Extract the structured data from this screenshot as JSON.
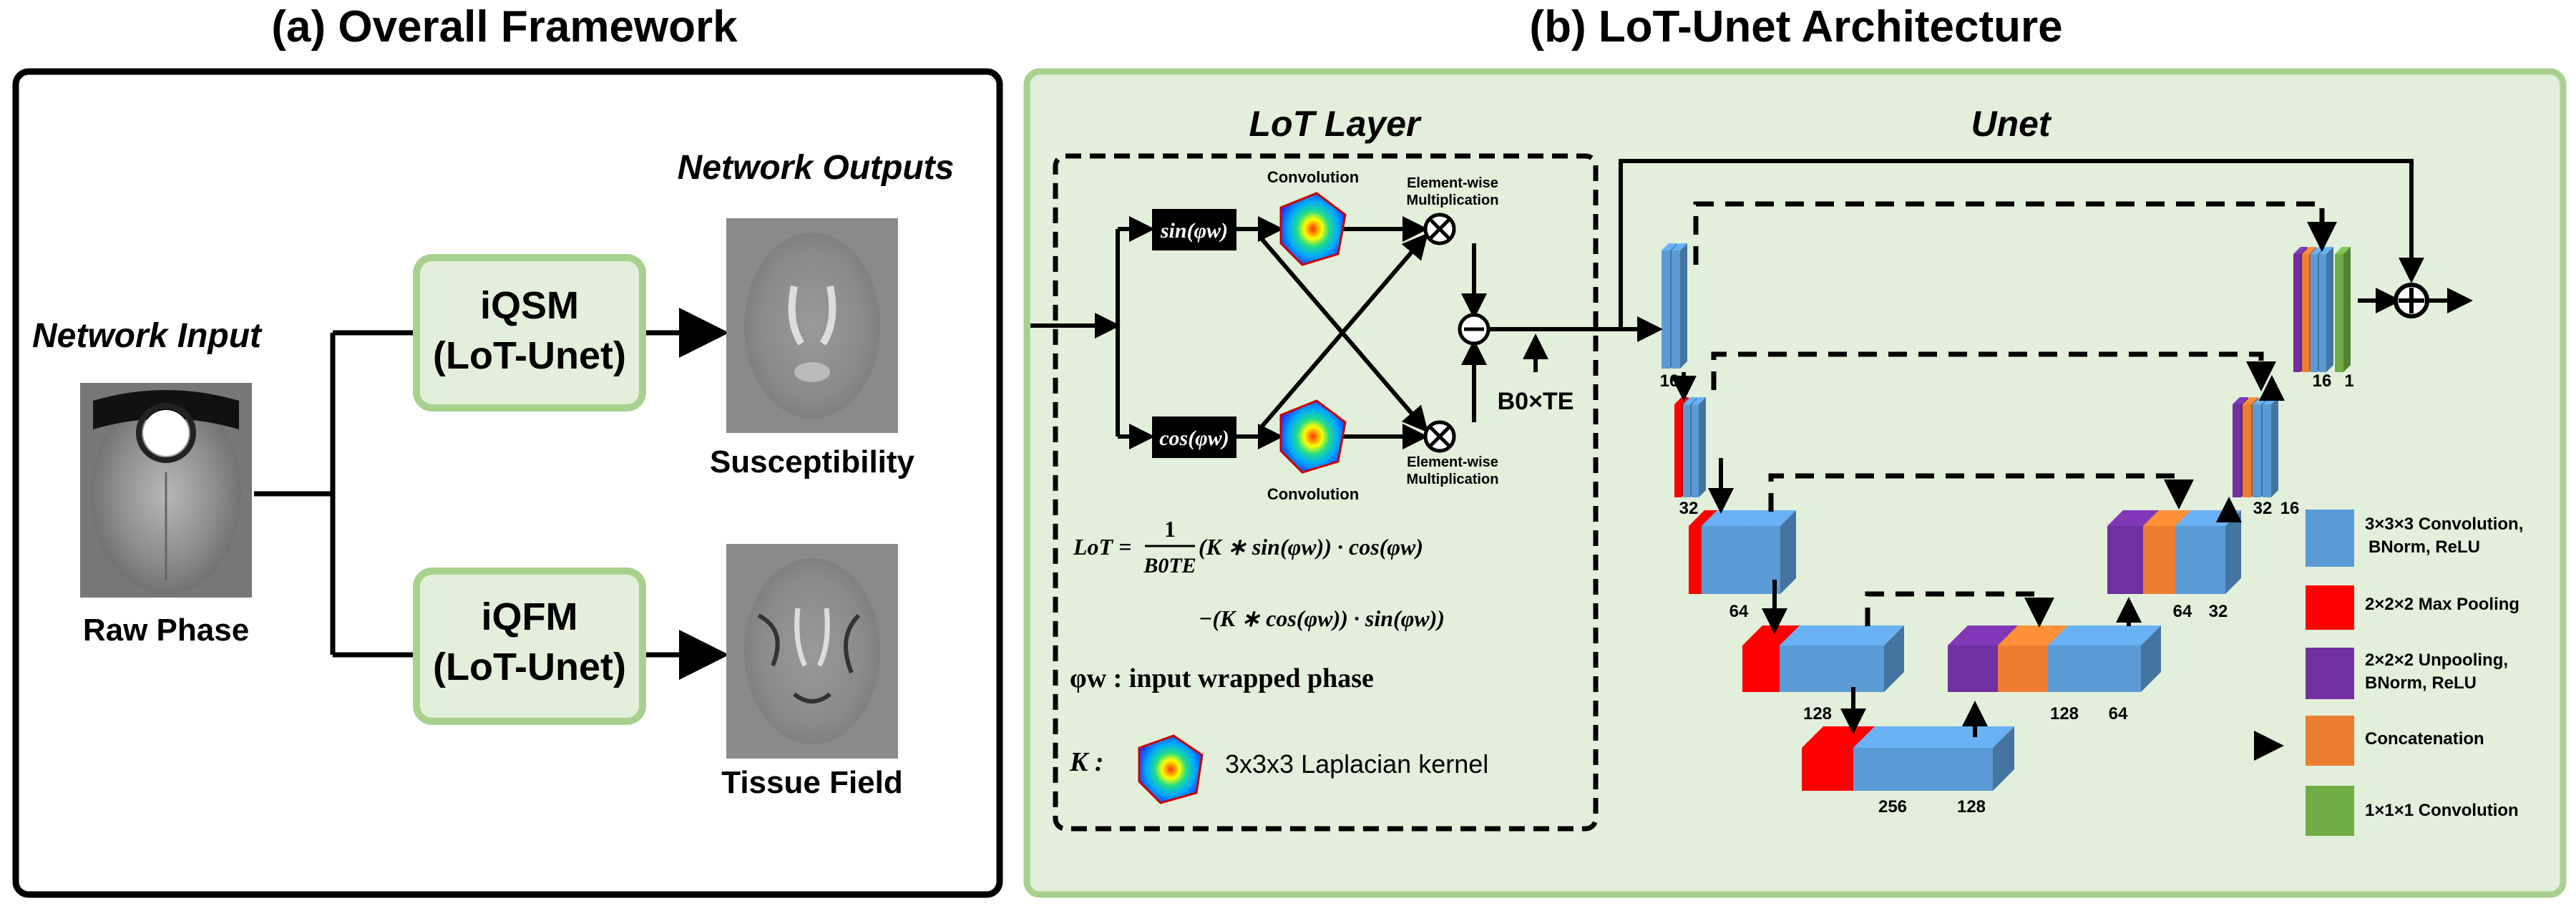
{
  "panel_a": {
    "title": "(a) Overall Framework",
    "input_heading": "Network Input",
    "outputs_heading": "Network Outputs",
    "input_label": "Raw Phase",
    "boxes": [
      {
        "line1": "iQSM",
        "line2": "(LoT-Unet)"
      },
      {
        "line1": "iQFM",
        "line2": "(LoT-Unet)"
      }
    ],
    "outputs": [
      "Susceptibility",
      "Tissue Field"
    ]
  },
  "panel_b": {
    "title": "(b) LoT-Unet Architecture",
    "lot_title": "LoT Layer",
    "unet_title": "Unet",
    "sin_label": "sin(φw)",
    "cos_label": "cos(φw)",
    "conv_label": "Convolution",
    "elementwise_label": [
      "Element-wise",
      "Multiplication"
    ],
    "b0te_label": "B0×TE",
    "formula_lhs": "LoT =",
    "formula_frac_num": "1",
    "formula_frac_den": "B0TE",
    "formula_line1": "(K ∗ sin(φw)) · cos(φw)",
    "formula_line2": "−(K ∗ cos(φw)) · sin(φw))",
    "phi_def": "φw : input wrapped phase",
    "k_def_sym": "K :",
    "k_def_text": "3x3x3 Laplacian kernel",
    "channel_labels": {
      "enc1": "16",
      "enc2": "32",
      "enc3": "64",
      "enc4": "128",
      "bottleneck": [
        "256",
        "128"
      ],
      "dec4": [
        "128",
        "64"
      ],
      "dec3": [
        "64",
        "32"
      ],
      "dec2": [
        "32",
        "16"
      ],
      "dec1": [
        "16",
        "1"
      ]
    },
    "legend": [
      {
        "color": "#5b9bd5",
        "label": "3×3×3 Convolution,",
        "label2": "BNorm, ReLU"
      },
      {
        "color": "#ff0000",
        "label": "2×2×2 Max Pooling",
        "label2": ""
      },
      {
        "color": "#7030a0",
        "label": "2×2×2 Unpooling,",
        "label2": "BNorm, ReLU"
      },
      {
        "color": "#ed7d31",
        "label": "Concatenation",
        "label2": ""
      },
      {
        "color": "#70ad47",
        "label": "1×1×1 Convolution",
        "label2": ""
      }
    ]
  },
  "colors": {
    "blue": "#5b9bd5",
    "red": "#ff0000",
    "purple": "#7030a0",
    "orange": "#ed7d31",
    "green": "#70ad47",
    "box_border": "#a9d18e",
    "panel_bg": "#e2efda"
  }
}
